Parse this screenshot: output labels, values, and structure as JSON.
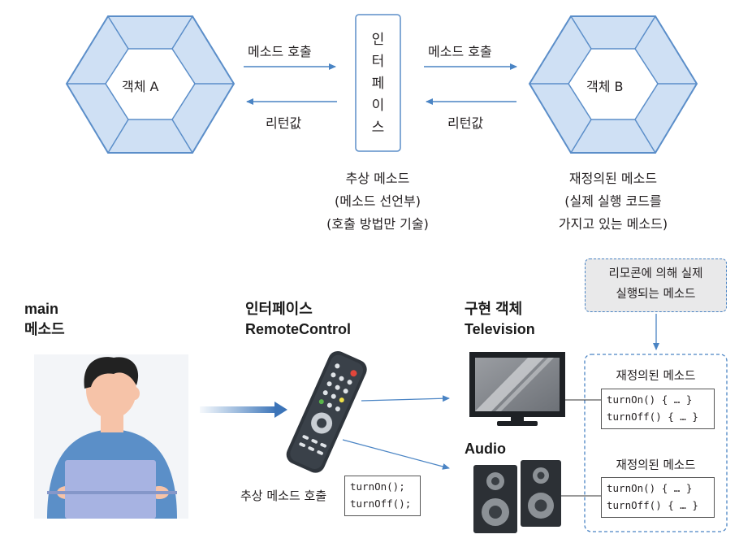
{
  "top": {
    "object_a": "객체 A",
    "object_b": "객체 B",
    "call_left": "메소드 호출",
    "call_right": "메소드 호출",
    "return_left": "리턴값",
    "return_right": "리턴값",
    "interface_chars": [
      "인",
      "터",
      "페",
      "이",
      "스"
    ],
    "abstract_lines": [
      "추상 메소드",
      "(메소드 선언부)",
      "(호출 방법만 기술)"
    ],
    "override_lines": [
      "재정의된 메소드",
      "(실제 실행 코드를",
      "가지고 있는 메소드)"
    ]
  },
  "bottom": {
    "main_title_lines": [
      "main",
      "메소드"
    ],
    "interface_title_lines": [
      "인터페이스",
      "RemoteControl"
    ],
    "impl_title_lines": [
      "구현 객체",
      "Television"
    ],
    "audio_label": "Audio",
    "abstract_call": "추상 메소드 호출",
    "interface_code": [
      "turnOn();",
      "turnOff();"
    ],
    "callout_lines": [
      "리모콘에 의해 실제",
      "실행되는 메소드"
    ],
    "tv_override_label": "재정의된 메소드",
    "tv_code": [
      "turnOn() { … }",
      "turnOff() { … }"
    ],
    "audio_override_label": "재정의된 메소드",
    "audio_code": [
      "turnOn() { … }",
      "turnOff() { … }"
    ]
  },
  "colors": {
    "hex_border": "#5b8ec9",
    "hex_fill": "#cfe0f4",
    "arrow": "#4a84c4",
    "box_border": "#7fa8d4",
    "callout_fill": "#e9e9ea"
  }
}
